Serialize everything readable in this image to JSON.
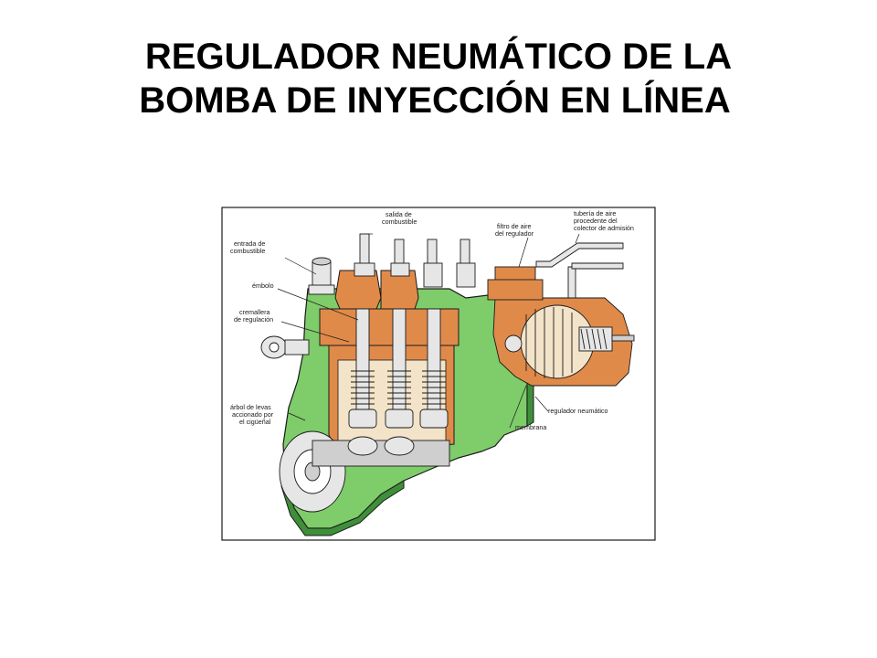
{
  "title": {
    "line1": "REGULADOR NEUMÁTICO DE LA",
    "line2": "BOMBA DE INYECCIÓN EN LÍNEA"
  },
  "diagram": {
    "labels": {
      "salida_line1": "salida de",
      "salida_line2": "combustible",
      "filtro_line1": "filtro de aire",
      "filtro_line2": "del regulador",
      "tuberia_line1": "tubería de aire",
      "tuberia_line2": "procedente del",
      "tuberia_line3": "colector de admisión",
      "entrada_line1": "entrada de",
      "entrada_line2": "combustible",
      "embolo": "émbolo",
      "cremallera_line1": "cremallera",
      "cremallera_line2": "de regulación",
      "arbol_line1": "árbol de levas",
      "arbol_line2": "accionado por",
      "arbol_line3": "el cigüeñal",
      "regulador": "regulador neumático",
      "membrana": "membrana"
    },
    "colors": {
      "housing": "#7fcc6a",
      "housing_dark": "#3f8f3a",
      "cutaway": "#e08a4a",
      "metal": "#e6e6e6",
      "outline": "#1a1a1a"
    }
  }
}
